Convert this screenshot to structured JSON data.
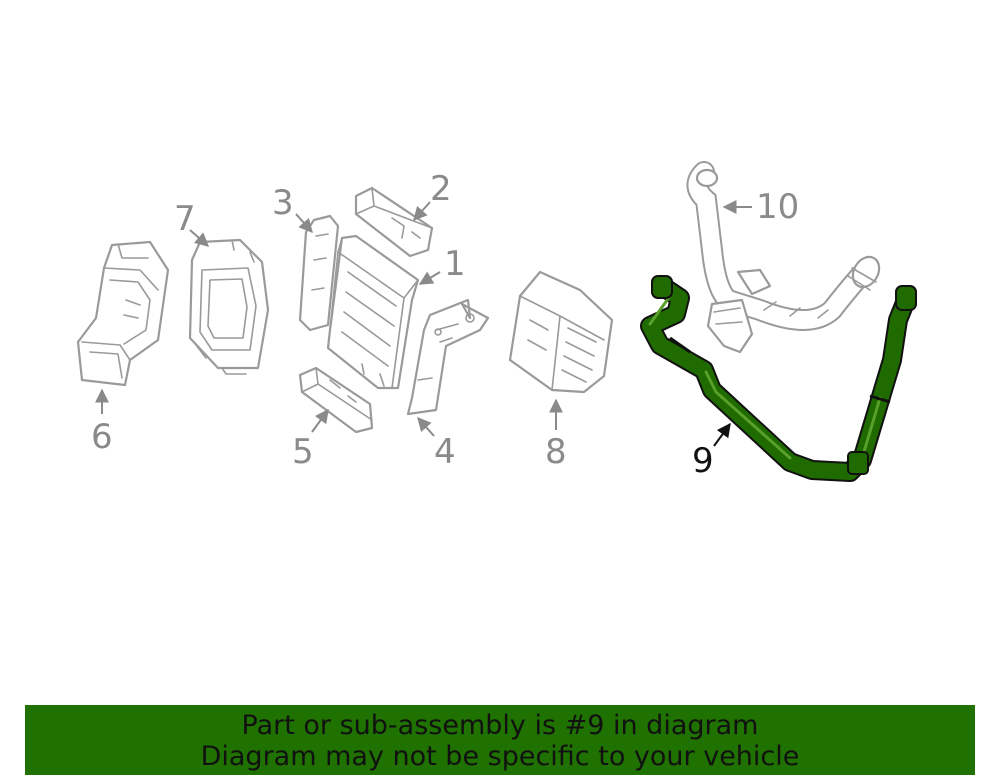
{
  "diagram": {
    "callouts": [
      "1",
      "2",
      "3",
      "4",
      "5",
      "6",
      "7",
      "8",
      "9",
      "10"
    ],
    "highlighted_part": "9",
    "highlight_color": "#1f7200"
  },
  "banner": {
    "line1": "Part or sub-assembly is #9 in diagram",
    "line2": "Diagram may not be specific to your vehicle",
    "background": "#1f7200"
  }
}
